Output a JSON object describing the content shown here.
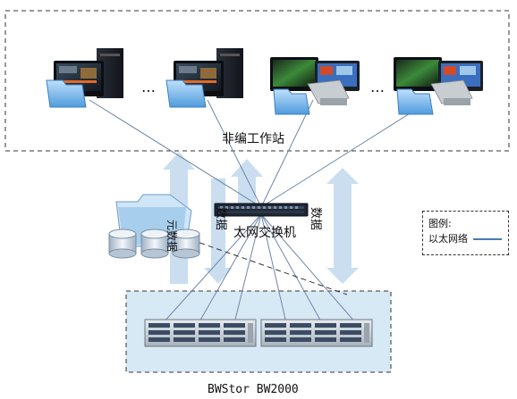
{
  "workstation_group": {
    "label": "非编工作站",
    "ellipsis": "…"
  },
  "switch_label": "太网交换机",
  "data_arrow_label": "数据",
  "metadata_label": "元数据",
  "storage_label": "BWStor BW2000",
  "legend": {
    "title": "图例:",
    "ethernet_label": "以太网络",
    "ethernet_color": "#4a78b8"
  },
  "colors": {
    "arrow_fill": "#c7dcef",
    "storage_panel": "#d8e9f6",
    "link_line": "#6f86a8"
  }
}
